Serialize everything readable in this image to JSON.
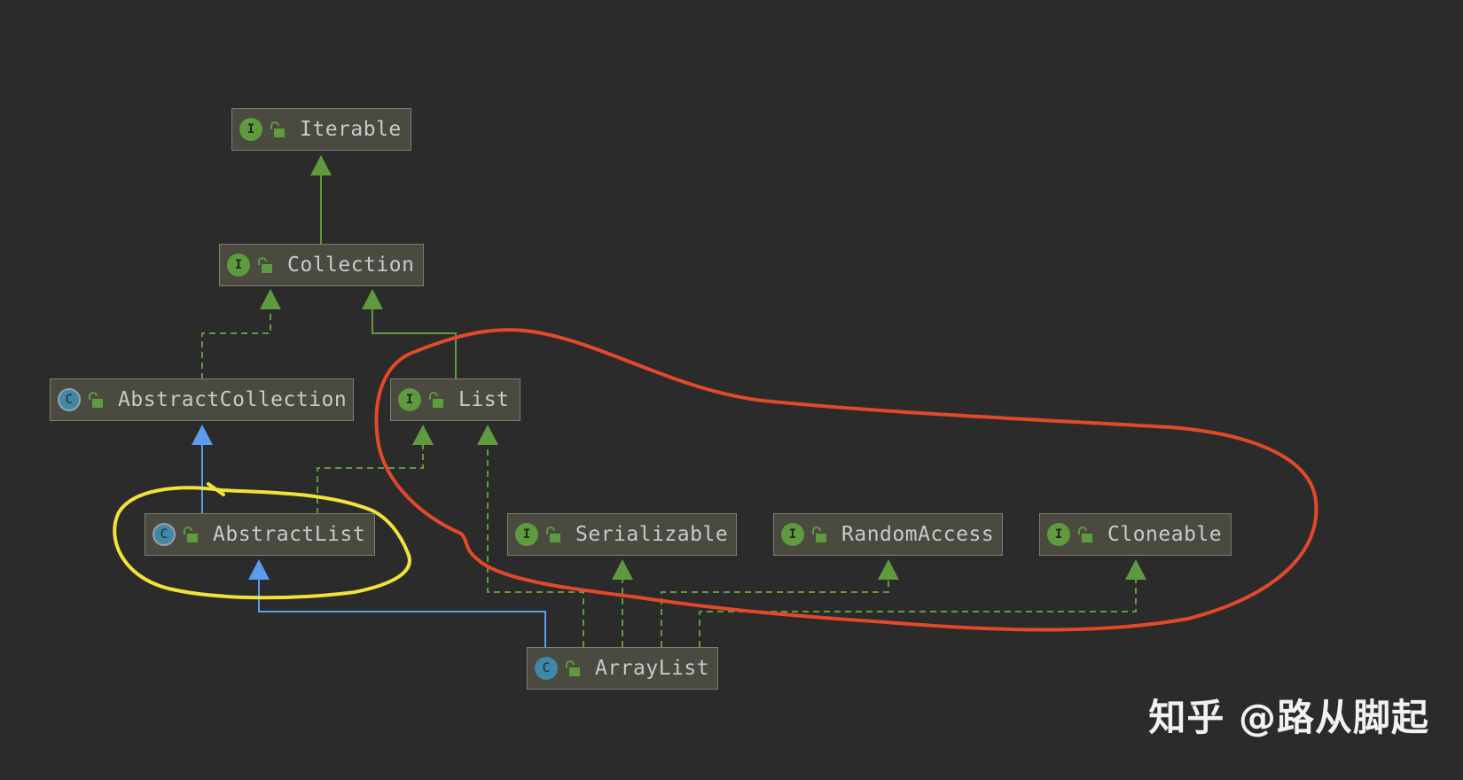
{
  "diagram": {
    "nodes": [
      {
        "id": "iterable",
        "kind": "interface",
        "badge_letter": "I",
        "name": "Iterable"
      },
      {
        "id": "collection",
        "kind": "interface",
        "badge_letter": "I",
        "name": "Collection"
      },
      {
        "id": "abstractcollection",
        "kind": "abstract-class",
        "badge_letter": "C",
        "name": "AbstractCollection"
      },
      {
        "id": "list",
        "kind": "interface",
        "badge_letter": "I",
        "name": "List"
      },
      {
        "id": "abstractlist",
        "kind": "abstract-class",
        "badge_letter": "C",
        "name": "AbstractList"
      },
      {
        "id": "serializable",
        "kind": "interface",
        "badge_letter": "I",
        "name": "Serializable"
      },
      {
        "id": "randomaccess",
        "kind": "interface",
        "badge_letter": "I",
        "name": "RandomAccess"
      },
      {
        "id": "cloneable",
        "kind": "interface",
        "badge_letter": "I",
        "name": "Cloneable"
      },
      {
        "id": "arraylist",
        "kind": "class",
        "badge_letter": "C",
        "name": "ArrayList"
      }
    ],
    "edges": [
      {
        "from": "collection",
        "to": "iterable",
        "type": "extends-interface",
        "color": "#5f9a3e"
      },
      {
        "from": "abstractcollection",
        "to": "collection",
        "type": "implements",
        "color": "#5f9a3e"
      },
      {
        "from": "list",
        "to": "collection",
        "type": "extends-interface",
        "color": "#5f9a3e"
      },
      {
        "from": "abstractlist",
        "to": "abstractcollection",
        "type": "extends-class",
        "color": "#5b9bf0"
      },
      {
        "from": "abstractlist",
        "to": "list",
        "type": "implements",
        "color": "#5f9a3e"
      },
      {
        "from": "arraylist",
        "to": "abstractlist",
        "type": "extends-class",
        "color": "#5b9bf0"
      },
      {
        "from": "arraylist",
        "to": "list",
        "type": "implements",
        "color": "#5f9a3e"
      },
      {
        "from": "arraylist",
        "to": "serializable",
        "type": "implements",
        "color": "#5f9a3e"
      },
      {
        "from": "arraylist",
        "to": "randomaccess",
        "type": "implements",
        "color": "#5f9a3e"
      },
      {
        "from": "arraylist",
        "to": "cloneable",
        "type": "implements",
        "color": "#5f9a3e"
      }
    ],
    "annotations": [
      {
        "name": "yellow-highlight-loop",
        "color": "#f2e23a",
        "encloses": [
          "abstractlist"
        ]
      },
      {
        "name": "red-highlight-loop",
        "color": "#e2492a",
        "encloses": [
          "list",
          "serializable",
          "randomaccess",
          "cloneable"
        ]
      }
    ]
  },
  "watermark": "知乎 @路从脚起",
  "colors": {
    "background": "#2b2b2b",
    "node_fill": "#4a4a40",
    "node_border": "#7d7d72",
    "interface_badge": "#5f9a3e",
    "class_badge": "#3f88a6",
    "lock": "#5f9a3e"
  }
}
